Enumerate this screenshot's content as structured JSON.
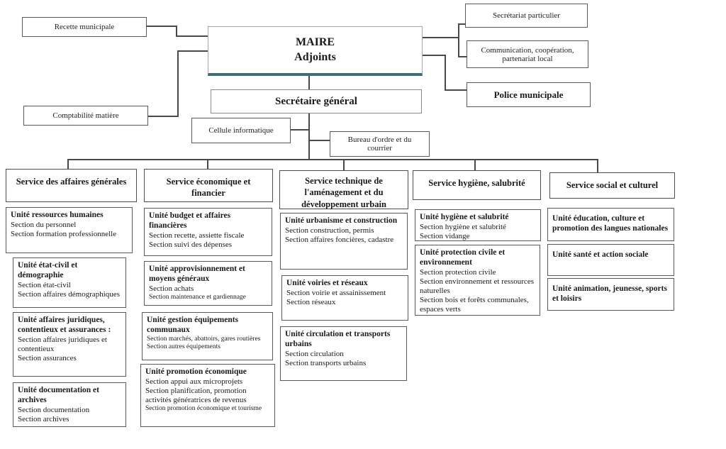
{
  "top_row": {
    "recette_label": "Recette municipale",
    "comptabilite_label": "Comptabilité matière",
    "maire_title": "MAIRE",
    "maire_subtitle": "Adjoints",
    "secretariat_label": "Secrétariat particulier",
    "communication_label": "Communication, coopération, partenariat local",
    "police_label": "Police municipale",
    "secretaire_general_label": "Secrétaire général",
    "cellule_label": "Cellule informatique",
    "bureau_label": "Bureau d'ordre et du courrier"
  },
  "services": [
    {
      "label": "Service des affaires générales",
      "units": [
        {
          "title": "Unité ressources humaines",
          "sections": [
            "Section du personnel",
            "Section formation professionnelle"
          ]
        },
        {
          "title": "Unité état-civil et démographie",
          "sections": [
            "Section état-civil",
            "Section affaires démographiques"
          ]
        },
        {
          "title": "Unité affaires juridiques, contentieux et assurances :",
          "sections": [
            "Section affaires juridiques et contentieux",
            "Section assurances"
          ]
        },
        {
          "title": "Unité documentation et archives",
          "sections": [
            "Section documentation",
            "Section archives"
          ]
        }
      ]
    },
    {
      "label": "Service économique et financier",
      "units": [
        {
          "title": "Unité budget et affaires financières",
          "sections": [
            "Section recette, assiette fiscale",
            "Section suivi des dépenses"
          ]
        },
        {
          "title": "Unité approvisionnement et moyens généraux",
          "sections": [
            "Section achats",
            "Section maintenance et gardiennage"
          ]
        },
        {
          "title": "Unité gestion équipements communaux",
          "sections": [
            "Section marchés, abattoirs, gares routières",
            "Section autres équipements"
          ]
        },
        {
          "title": "Unité promotion économique",
          "sections": [
            "Section appui aux microprojets",
            "Section planification, promotion activités génératrices de revenus",
            "Section promotion économique et tourisme"
          ]
        }
      ]
    },
    {
      "label": "Service technique de l'aménagement et du développement urbain",
      "units": [
        {
          "title": "Unité urbanisme et construction",
          "sections": [
            "Section construction, permis",
            "Section affaires foncières, cadastre"
          ]
        },
        {
          "title": "Unité voiries et réseaux",
          "sections": [
            "Section voirie et assainissement",
            "Section réseaux"
          ]
        },
        {
          "title": "Unité circulation et transports urbains",
          "sections": [
            "Section circulation",
            "Section transports urbains"
          ]
        }
      ]
    },
    {
      "label": "Service hygiène, salubrité",
      "units": [
        {
          "title": "Unité hygiène et salubrité",
          "sections": [
            "Section hygiène et salubrité",
            "Section vidange"
          ]
        },
        {
          "title": "Unité protection civile et environnement",
          "sections": [
            "Section protection civile",
            "Section environnement et ressources naturelles",
            "Section bois et forêts communales, espaces verts"
          ]
        }
      ]
    },
    {
      "label": "Service social et culturel",
      "units": [
        {
          "title": "Unité éducation, culture et promotion des langues nationales",
          "sections": []
        },
        {
          "title": "Unité santé et action sociale",
          "sections": []
        },
        {
          "title": "Unité animation, jeunesse, sports et loisirs",
          "sections": []
        }
      ]
    }
  ],
  "colors": {
    "accent_teal": "#3e6c7d",
    "connector_gray": "#4a4a4a",
    "border_gray": "#595959"
  }
}
